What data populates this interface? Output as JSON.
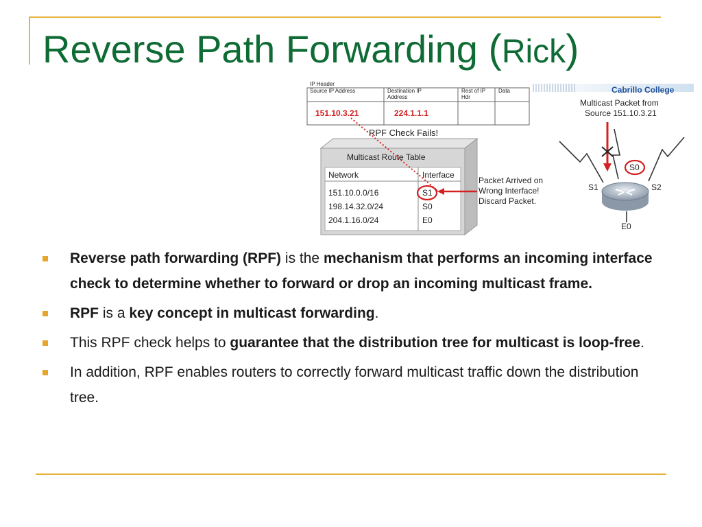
{
  "slide": {
    "title_main": "Reverse Path Forwarding",
    "title_paren_open": "(",
    "title_author": "Rick",
    "title_paren_close": ")"
  },
  "figure": {
    "header_label": "IP Header",
    "columns": [
      "Source IP Address",
      "Destination IP Address",
      "Rest of IP Hdr",
      "Data"
    ],
    "source_ip": "151.10.3.21",
    "dest_ip": "224.1.1.1",
    "rpf_fails": "RPF Check Fails!",
    "route_table_title": "Multicast Route Table",
    "route_table_headers": [
      "Network",
      "Interface"
    ],
    "route_rows": [
      {
        "network": "151.10.0.0/16",
        "interface": "S1"
      },
      {
        "network": "198.14.32.0/24",
        "interface": "S0"
      },
      {
        "network": "204.1.16.0/24",
        "interface": "E0"
      }
    ],
    "packet_note": [
      "Packet Arrived on",
      "Wrong Interface!",
      "Discard Packet."
    ],
    "college": "Cabrillo College",
    "packet_from": [
      "Multicast Packet from",
      "Source 151.10.3.21"
    ],
    "router_ifaces": {
      "s0": "S0",
      "s1": "S1",
      "s2": "S2",
      "e0": "E0"
    },
    "colors": {
      "red": "#d42020",
      "college_blue": "#1f4f9a"
    }
  },
  "bullets": [
    {
      "parts": [
        {
          "text": "Reverse path forwarding (RPF)",
          "bold": true
        },
        {
          "text": " is the ",
          "bold": false
        },
        {
          "text": "mechanism that performs an incoming interface check to determine whether to forward or drop an incoming multicast frame.",
          "bold": true
        }
      ]
    },
    {
      "parts": [
        {
          "text": "RPF",
          "bold": true
        },
        {
          "text": " is a ",
          "bold": false
        },
        {
          "text": "key concept in multicast forwarding",
          "bold": true
        },
        {
          "text": ".",
          "bold": false
        }
      ]
    },
    {
      "parts": [
        {
          "text": "This RPF check helps to ",
          "bold": false
        },
        {
          "text": "guarantee that the distribution tree for multicast is loop-free",
          "bold": true
        },
        {
          "text": ".",
          "bold": false
        }
      ]
    },
    {
      "parts": [
        {
          "text": "In addition, RPF enables routers to correctly forward multicast traffic down the distribution tree.",
          "bold": false
        }
      ]
    }
  ]
}
